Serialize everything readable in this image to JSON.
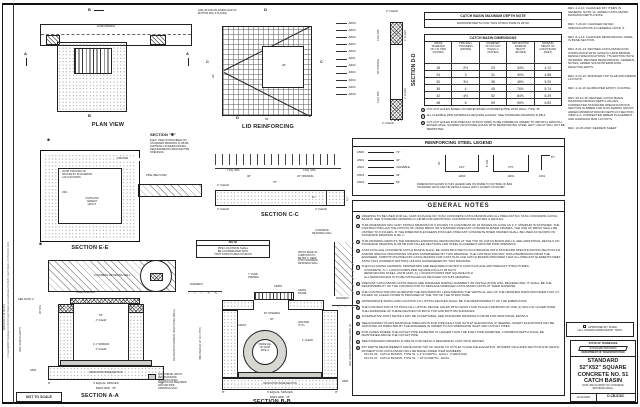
{
  "sheet": {
    "scale": "NOT TO SCALE",
    "stamp": "8/20/2020 9:14:38 AM",
    "path": "C:\\Users\\jj00347\\Desktop\\10-150.00 Catch Basins and Manholes (P1100-51 Catch Basins (P-CB-51SC).DGN"
  },
  "plan": {
    "title": "PLAN VIEW",
    "marker_a": "A",
    "marker_b": "B",
    "curb": "CURB OPENING"
  },
  "lid": {
    "title": "LID REINFORCING",
    "note": "A601 (PLACE ON INSIDE FACE OF\nBOTTOM MAT, 2 PLACES)",
    "marker_c": "C",
    "marker_d": "D",
    "dim_left": "36\"",
    "dim_bottom": "52\"",
    "dim_opening": "26\"",
    "bars": [
      "A600",
      "A604",
      "A604",
      "A604",
      "A604",
      "A601",
      "A604",
      "A604",
      "A604",
      "A604",
      "A600"
    ]
  },
  "section_dd": {
    "title": "SECTION D-D",
    "clear_top": "2\" CLEAR",
    "spa_top": "3 EQ. SPA.",
    "opening": "26\" OPENING",
    "spa_bot": "3 EQ. SPA.",
    "clear1a": "1\" CLEAR",
    "clear1b": "1\" CLEAR",
    "clear_bot": "2\" CLEAR"
  },
  "max_depth": {
    "title": "CATCH BASIN MAXIMUM DEPTH NOTE",
    "body": "MAXIMUM DEPTH FOR THIS STRUCTURE IS 28.00'"
  },
  "dim_table": {
    "title": "CATCH BASIN DIMENSIONS",
    "headers": [
      "INSIDE\nDIAMETER\nOF C.B. PIPE\n(INCHES)",
      "PIPE WALL\nTHICKNESS\n(INCHES)",
      "DIAMETER\nOF CUT-OUT\nHOLES ①\n(INCHES)",
      "MID SECTION\nMINIMUM\nHEIGHT\n(INCHES)",
      "MINIMUM\nHEIGHT OF\nCATCH BASIN\n(FEET)"
    ],
    "rows": [
      [
        "18",
        "2½",
        "23",
        "34⅝",
        "4.12"
      ],
      [
        "24",
        "3",
        "31",
        "40⅝",
        "4.88"
      ],
      [
        "30",
        "3½",
        "38",
        "48⅝",
        "5.20"
      ],
      [
        "36",
        "4",
        "45",
        "76⅝",
        "5.74"
      ],
      [
        "42",
        "4½",
        "52",
        "84⅝",
        "6.29"
      ],
      [
        "48",
        "5",
        "59",
        "90⅝",
        "6.83"
      ]
    ]
  },
  "table_notes": [
    {
      "num": "1",
      "text": "CUT-OUT HOLES BASED ON REINFORCED CONCRETE PIPE WITH WALL TYPE \"B\"."
    },
    {
      "num": "2",
      "text": "ALL FLEXIBLE PIPE MATERIALS REQUIRE GASKET. SEE STANDARD DRAWING D-PB-2."
    },
    {
      "num": "3",
      "text": "CUT-OUT HOLES FOR PRECAST STRUCTURES TO BE FORMED IN ORDER TO OBTAIN A SMOOTH-EDGED HOLE. SCORED OR ETCHED HOLES WITH REINFORCING STEEL LEFT UNCUT WILL NOT BE PERMITTED."
    }
  ],
  "revisions": [
    "REV. 2-2-10: CHANGED PAY ITEMS IN GENERAL NOTE 14. ADDED CATCH BASIN MAXIMUM DEPTH NOTE.",
    "REV. 7-29-10: CHANGED KEYED SPECIFICATIONS IN GENERAL NOTE ④.",
    "REV. 8-1-12: CHANGED REINFORCING STEEL IN BASE SECTION.",
    "REV. 8-01-13: REVISED CATCH BASIN FOR COMPLIANCE WITH AASHTO LRFD BRIDGE DESIGN SPECIFICATIONS, 7TH EDITION WITH INTERIMS. REVISED REINFORCING, GENERAL NOTES, ADDED SOLID/INTERIM DWG DRAFTING EDITS.",
    "REV. 6-24-15: MODIFIED TOP SLAB AND REBAR LAYOUTS.",
    "REV. 2-11-16: ELIMINATED EPOXY COATING.",
    "REV. 08-10-18: REVISED CATCH BASIN MAXIMUM DESIGN DEPTH VALUES. CORRECTED STANDARD SPECIFICATIONS SECTION NUMBER FOR NON-SHRINK GROUT. ADDED MINIMUM ROUND DEPTH IN SECTION VIEW A-A. CORRECTED REBAR PLACEMENT AND H600/H601 BAR LAYOUTS.",
    "REV. 10-30-2020: REDREW SHEET."
  ],
  "section_star": {
    "title": "SECTION \"✱\"",
    "note": "ELEV. VIEW IS PROVIDED ON\nSTANDARD DRAWING D-CB-5B\nSHOWING LID REINFORCING\nREQUIREMENTS AROUND PIPE\nOPENINGS",
    "pipe": "PIPE (BEYOND)"
  },
  "section_ee": {
    "title": "SECTION E-E",
    "star": "✱",
    "splices": "AVOID STACKING OF\nSPLICES BY STAGGERING\nLAP LOCATIONS",
    "a502": "A502 BAR",
    "grout": "PORTLAND\nCEMENT\nGROUT",
    "l501": "L501"
  },
  "section_cc": {
    "title": "SECTION C-C",
    "spa7": "7 EQ. SPA.",
    "spa4": "4 EQ. SPA.",
    "opening": "26\" OPENING",
    "dim48": "48\"",
    "dim78": "78\"",
    "clear_top": "2\" CLEAR",
    "clear_bl": "3\" CLEAR",
    "clear_br": "2\" CLEAR",
    "dim11": "11\"",
    "dim75": "7½\""
  },
  "legend": {
    "title": "REINFORCING STEEL LEGEND",
    "bars": [
      {
        "mark": "A500",
        "dim": "74\""
      },
      {
        "mark": "A501",
        "dim": "44\""
      },
      {
        "mark": "A502",
        "dim": "VARIABLE"
      },
      {
        "mark": "A503",
        "dim": "36\""
      },
      {
        "mark": "A504",
        "dim": "59\""
      }
    ],
    "u1": {
      "mark": "H600",
      "bottom": "44½\"",
      "leg": "30\""
    },
    "u2": {
      "mark": "H601",
      "bottom": "47½\"",
      "leg": "6\" MIN."
    },
    "l1": {
      "mark": "L501",
      "dim": "8½\""
    },
    "note": "DIMENSIONS SHOWN IN THIS LEGEND ARE ON INSIDE TO OUTSIDE OF BAR.\nSTANDARD HOOK AND TIE DETAILS SHALL APPLY, EXCEPT AS NOTED."
  },
  "general_notes": {
    "title": "GENERAL NOTES",
    "items": [
      {
        "num": "1",
        "text": "DRAWING TO BE USED FOR ALL CAST-IN-PLACE NO. 51SC CONCRETE CATCH BASINS AND ALL PRECAST NO. 51SC CONCRETE CATCH BASINS. SEE STANDARD DRAWING D-CB-5B FOR ADDITIONAL CONSTRUCTION NOTES & DETAILS."
      },
      {
        "num": "2",
        "text": "THIS DIMENSION MAY VARY FROM A MINIMUM OF 6 INCHES TO A MAXIMUM OF 18 INCHES AS LONG AS 2'-1\" MINIMUM IS SATISFIED. THE CONTRACTOR HAS THE OPTION OF USING BRICK OR STANDARD PRECAST CONCRETE RISER FRAMES. THE USE OF BRICK SHALL BE LIMITED TO 8 INCHES. IF THE DIMENSION EXCEEDS 8 INCHES, PRECAST CONCRETE RISER FRAMES SHALL BE USED AS SHOWN ON STANDARD DRAWING D-RF-1."
      },
      {
        "num": "3",
        "text": "THIS DRAWING DEPICTS THE MINIMUM HORIZONTAL REINFORCING AT THE TOP OF CATCH BASIN WALLS. SEE ADDITIONAL DETAILS ON STANDARD DRAWING D-CB-5B FOR TALLER SECTIONS AND STEEL PLACEMENT AROUND PIPE OPENINGS."
      },
      {
        "num": "4",
        "text": "CAST-IN-PLACE CONCRETE CATCH BASINS SHALL BE CONSTRUCTED IN ACCORDANCE WITH STANDARD SPECIFICATIONS SECTION 611 AND/OR SPECIAL PROVISIONS UNLESS SUPERSEDED BY THIS DRAWING. THE CONTRACTOR MAY, WITH PERMISSION FROM THE ENGINEER, SUBSTITUTE PRECAST CATCH BASINS FOR CAST-IN-PLACE CATCH BASINS PROVIDED THAT ALL PRECAST ELEMENTS MEET ASTM C913 (CURRENT EDITION) UNLESS SUPERSEDED BY THIS DRAWING."
      },
      {
        "num": "5",
        "text": "THE FOLLOWING MATERIAL PROPERTIES ARE REQUIRED FOR BOTH CAST-IN-PLACE AND PRECAST STRUCTURES:\n   CONCRETE: f'c = 4,000 POUNDS PER SQUARE INCH AT 28 DAYS\n   REINFORCING STEEL: ASTM A615, Fy = 60,000 POUNDS PER SQUARE INCH\n   ALL REINFORCING IS TO BE INSTALLED AS DETAILED ON THIS DRAWING."
      },
      {
        "num": "6",
        "text": "PRECAST CATCH BASIN UNITS WHICH ARE DAMAGED DURING SHIPMENT OR INSTALLATION WILL BE REJECTED. IT SHALL BE THE RESPONSIBILITY OF THE CONTRACTOR TO REPLACE DAMAGED CATCH BASIN UNITS AT THEIR EXPENSE."
      },
      {
        "num": "7",
        "text": "THE CONTRACTOR MAY ELIMINATE THE A502 BARS BY LENGTHENING THE VERTICAL LEG OF THE H600/H601 BARS PROVIDED THAT 1½ INCHES OF CLEAR COVER IS PROVIDED AT THE TOP OF THE STRUCTURE."
      },
      {
        "num": "8",
        "text": "APPROPRIATE SIZING AND LOCATION OF LIFTING DEVICES SHALL BE THE RESPONSIBILITY OF THE FABRICATOR."
      },
      {
        "num": "9",
        "text": "THE CONTRACTOR IS TO PATCH ALL LIFTING DEVICE HOLES WITH GROUT AND PLACE A MINIMUM OF ONE (1) INCH OF COVER OVER THE HARDWARE OF THESE DEVICES ON BOTH TOP AND BOTTOM SURFACES."
      },
      {
        "num": "10",
        "text": "ALTERNATIVE JOINT DETAILS MAY BE ACCEPTABLE. SEE STANDARD DRAWING D-CB-5B FOR ADDITIONAL DETAILS."
      },
      {
        "num": "11",
        "text": "SEE ROADWAY PLANS DRAINAGE TABULATION FOR PIPE INLET AND OUTLET ELEVATIONS. IF NEEDED, INVERT ELEVATIONS MAY BE ADJUSTED AS DIRECTED BY THE ENGINEER IN ORDER TO ACCOMMODATE INLET AND OUTLET PIPES."
      },
      {
        "num": "12",
        "text": "FOR CASES WHERE THE OUTLET PIPE DIAMETER IS LARGER THAN THE INLET PIPE DIAMETER, A MINIMUM DEPTH SHALL BE MAINTAINED ABOVE THE OUTLET PIPE."
      },
      {
        "num": "13",
        "text": "SEE STANDARD DRAWING D-CBH-51 FOR DETAILS REGARDING CAST IRON GRATES."
      },
      {
        "num": "14",
        "text": "PAY DEPTH MEASUREMENT MADE FROM TOP OF GRATE TO OUTLET FLOWLINE ELEVATION. PAYMENT INCLUDES SECTION AND GRATE. PAYMENT FOR CATCH BASIN WILL BE MADE UNDER ITEM NUMBERS:\n   611-51.02,  CATCH BASINS, TYPE 51, ≤ 4' IN DEPTH,  EACH   (THROUGH)\n   611-51.07,  CATCH BASINS, TYPE 51, > 24' IN DEPTH,  EACH."
      }
    ]
  },
  "section_aa": {
    "title": "SECTION A-A",
    "wall": "CONCRETE RETAINING WALL",
    "curb": "CURB OPENING",
    "see2": "SEE NOTE ②",
    "min26": "26\" MIN.",
    "dim52": "52\"",
    "clear2": "2\" CLEAR",
    "min21": "2'-1\" MINIMUM",
    "clear3": "3\" CLEAR",
    "base": "MONOLITHIC BASE SECTION",
    "d8l": "8\"",
    "spaces": "5 EQUAL SPACES",
    "d8r": "8\"",
    "bars": "BARS H600",
    "dim78": "78\"",
    "h600": "H600",
    "maxd": "MAX. DESIGN DEPTH",
    "side": "MID SECTION MINIMUM HEIGHT (SEE TABLE)"
  },
  "section_bb": {
    "title": "SECTION B-B",
    "note_title": "NOTE",
    "note_body": "PIPE LOCATIONS SHALL\nBE COORDINATED WITH\nTDOT STRUCTURES DIVISION",
    "wall": "CONCRETE\nRETAINING WALL",
    "front": "FRONT EDGE OF\nCURB IRON TO\nBE SET 1\" DEEP\nINTO CONCRETE\nRETAINING WALL",
    "curb": "7\" CURB\nOPENING",
    "grate": "GRATE",
    "frame": "GRATE\nFRAME",
    "pav_l": "PAVEMENT",
    "pav_r": "PAVEMENT",
    "opening": "26\" OPENING",
    "dim52": "52\"",
    "grout": "GROUT",
    "a502": "A502 BAR\n(TYP.)",
    "pipe": "INSIDE DIA.\nOF INLET\nPIPE ②",
    "clear2": "2\" CLEAR",
    "base": "MONOLITHIC BASE SECTION",
    "d8l": "8\"",
    "spaces": "5 EQUAL SPACES",
    "d8r": "8\"",
    "bars": "BARS H600",
    "dim78": "78\"",
    "h600": "H600",
    "h601": "H601 BARS @ 12\" O.C. (TYP.)",
    "maxd": "MAX. DESIGN DEPTH (SEE NOTE ⑬)"
  },
  "grout_legend": "NON-SHRINK GROUT\nPER STANDARD\nSPECIFICATIONS\nSECTION 918 REQUIRED\nAROUND PIPE\nOPENINGS ONLY",
  "approval": {
    "l1": "APPROVED BY FHWA",
    "l2": "(ALL OTHERS APPROVED BY TDOT)"
  },
  "title_block": {
    "state": "STATE OF TENNESSEE",
    "banner": "STANDARD DRAWING",
    "dept": "DEPARTMENT OF TRANSPORTATION",
    "t1": "STANDARD",
    "t2": "52\"X52\" SQUARE",
    "t3": "CONCRETE NO. 51",
    "t4": "CATCH BASIN",
    "sub": "(FOR USE IN FRONT OF CONCRETE\nRETAINING WALL)",
    "date": "10-30-2020",
    "number": "D-CB-51SC"
  }
}
